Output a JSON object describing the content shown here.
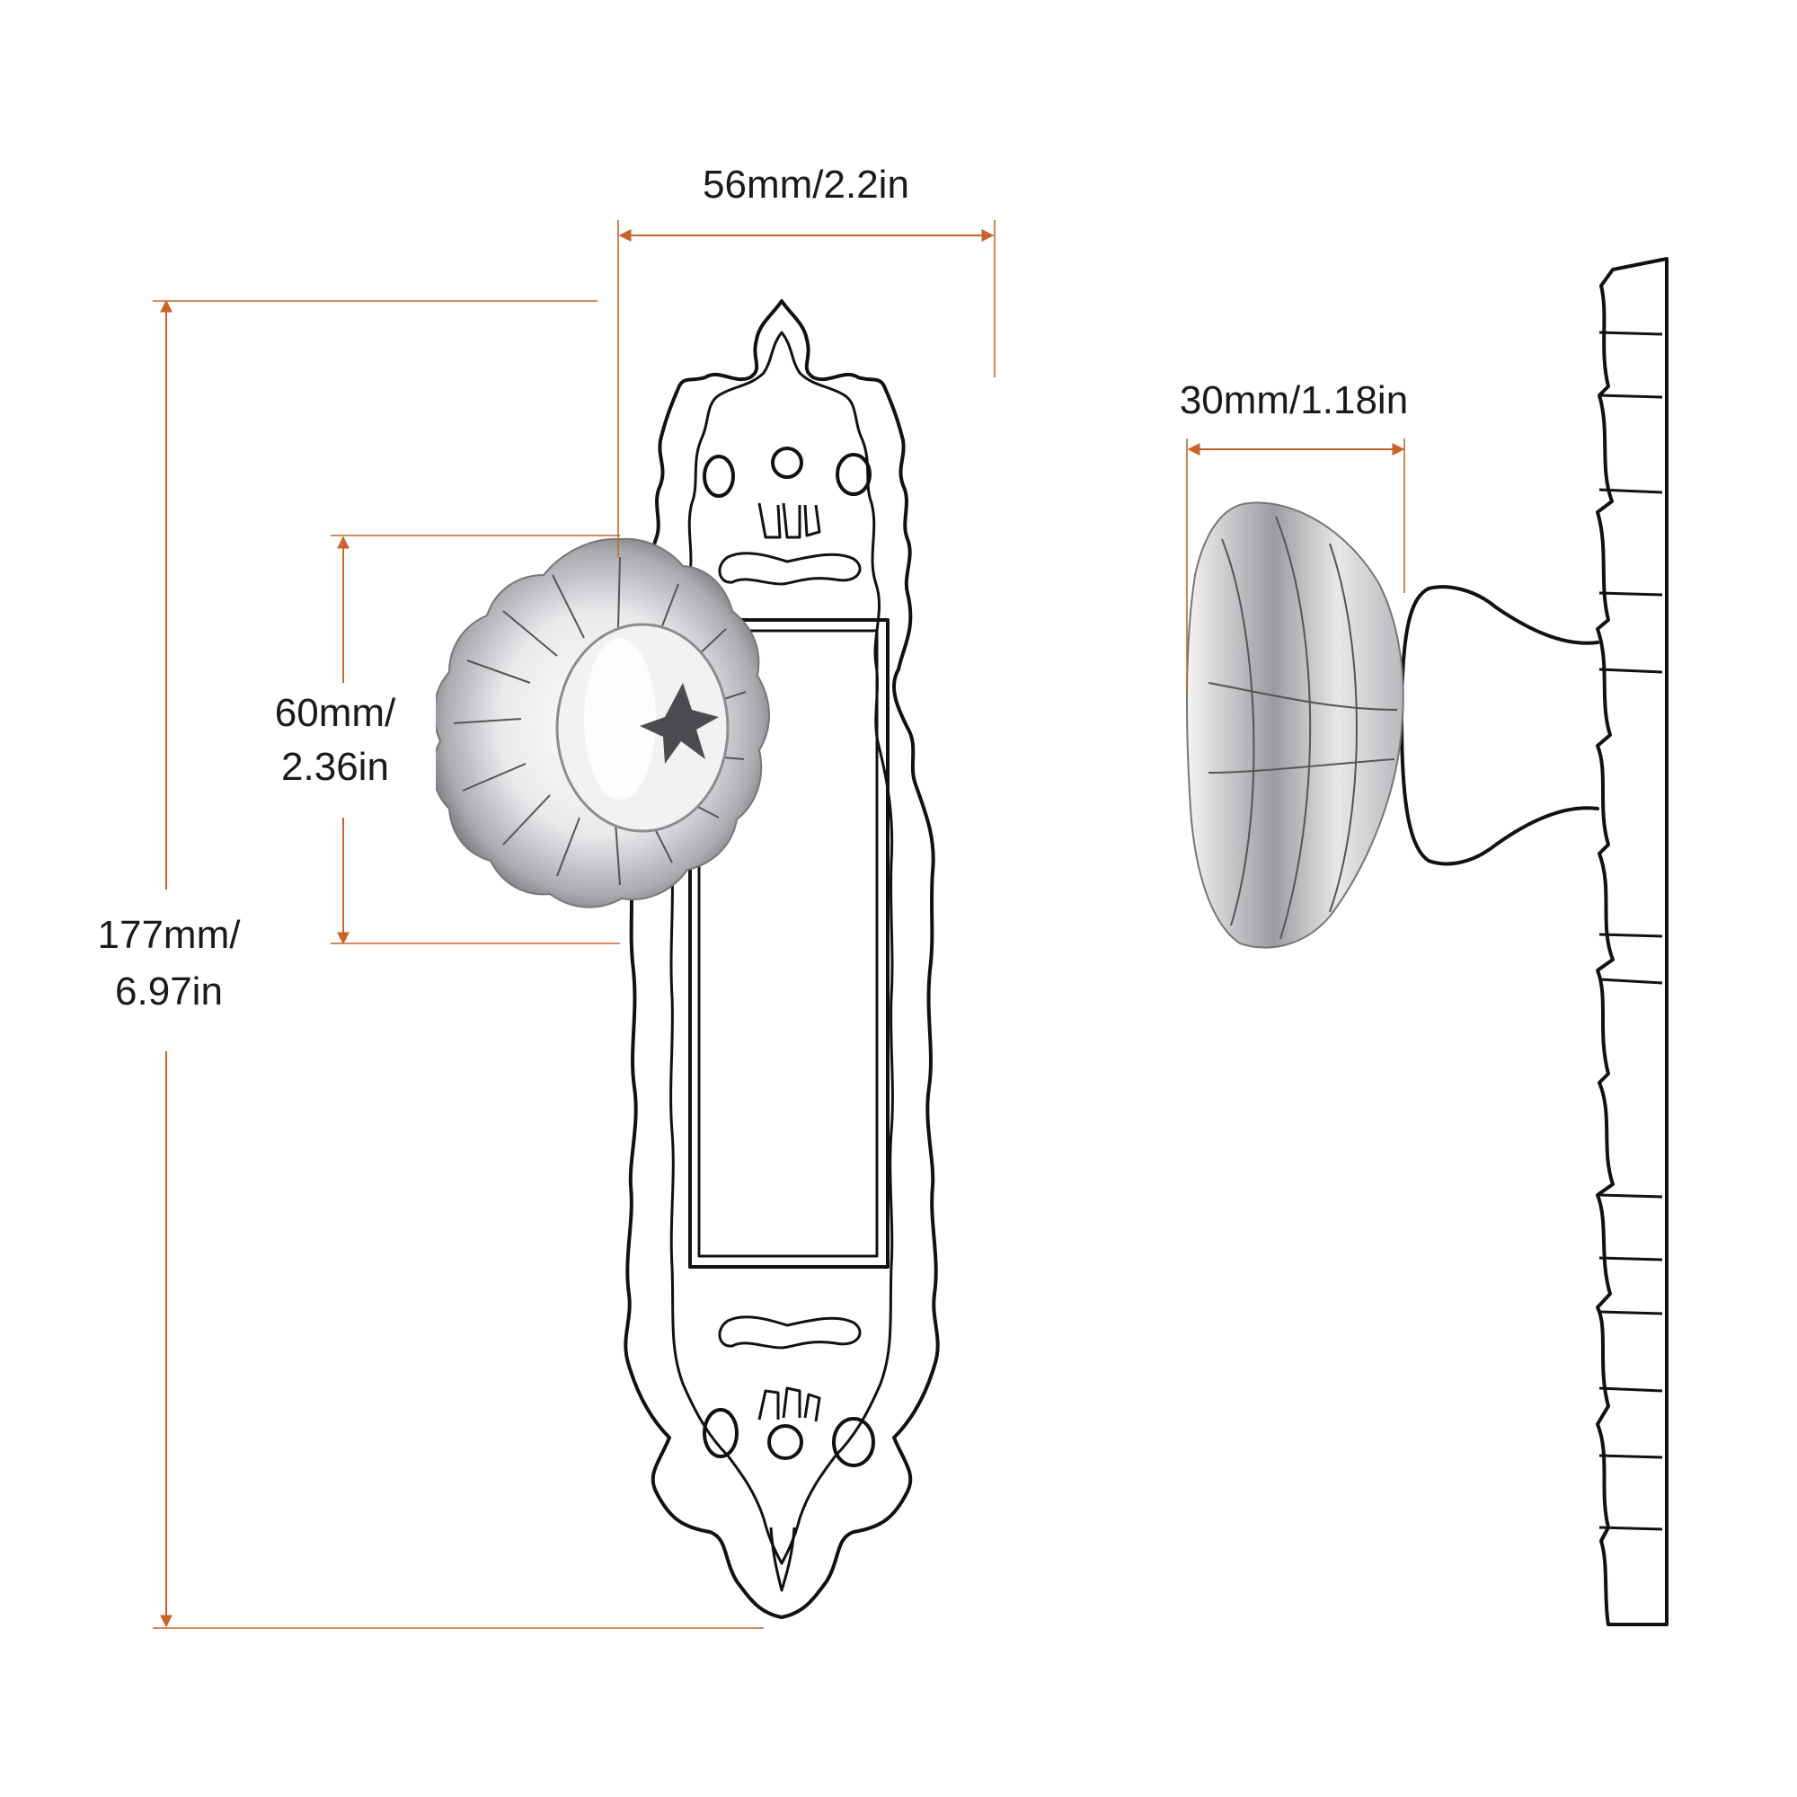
{
  "dimensions": {
    "plate_width": "56mm/2.2in",
    "plate_height_mm": "177mm/",
    "plate_height_in": "6.97in",
    "knob_diameter_mm": "60mm/",
    "knob_diameter_in": "2.36in",
    "knob_depth": "30mm/1.18in"
  },
  "colors": {
    "dimension_line": "#c8642a",
    "outline": "#111111",
    "background": "#ffffff"
  },
  "icons": {
    "front_view": "backplate-with-crystal-knob",
    "side_view": "knob-side-profile"
  }
}
